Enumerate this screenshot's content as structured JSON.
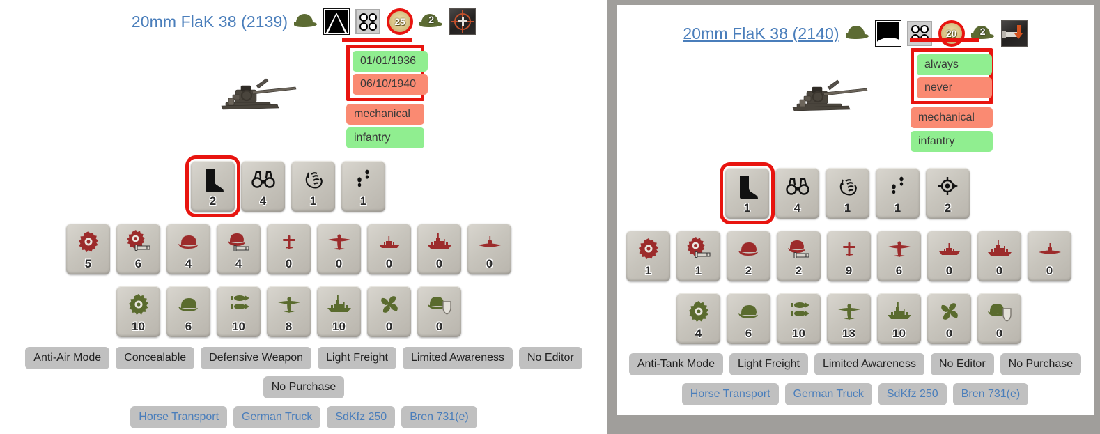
{
  "left": {
    "title": "20mm FlaK 38 (2139)",
    "title_hovered": false,
    "header_icons": {
      "helmet_badge": "2",
      "crew_helmet": "helmet-icon",
      "target_shape": "soft-target-icon",
      "size_icon": "four-circle-size-icon",
      "cost_badge": "25",
      "mode_icon": "anti-air-targeting-icon"
    },
    "availability": {
      "highlighted": [
        "01/01/1936",
        "06/10/1940"
      ],
      "rows": [
        {
          "label": "01/01/1936",
          "tone": "green",
          "boxed": true
        },
        {
          "label": "06/10/1940",
          "tone": "red",
          "boxed": true
        },
        {
          "label": "mechanical",
          "tone": "red",
          "boxed": false
        },
        {
          "label": "infantry",
          "tone": "green",
          "boxed": false
        }
      ]
    },
    "row1": [
      {
        "icon": "boot-icon",
        "value": "2",
        "selected": true
      },
      {
        "icon": "binoculars-icon",
        "value": "4",
        "selected": false
      },
      {
        "icon": "fist-icon",
        "value": "1",
        "selected": false
      },
      {
        "icon": "footprints-icon",
        "value": "1",
        "selected": false
      }
    ],
    "row2": [
      {
        "icon": "gear-icon",
        "value": "5",
        "color": "red"
      },
      {
        "icon": "gear-sword-icon",
        "value": "6",
        "color": "red"
      },
      {
        "icon": "helmet-icon",
        "value": "4",
        "color": "red"
      },
      {
        "icon": "helmet-sword-icon",
        "value": "4",
        "color": "red"
      },
      {
        "icon": "small-plane-icon",
        "value": "0",
        "color": "red"
      },
      {
        "icon": "plane-icon",
        "value": "0",
        "color": "red"
      },
      {
        "icon": "small-ship-icon",
        "value": "0",
        "color": "red"
      },
      {
        "icon": "ship-icon",
        "value": "0",
        "color": "red"
      },
      {
        "icon": "submarine-icon",
        "value": "0",
        "color": "red"
      }
    ],
    "row3": [
      {
        "icon": "gear-icon",
        "value": "10",
        "color": "green"
      },
      {
        "icon": "helmet-icon",
        "value": "6",
        "color": "green"
      },
      {
        "icon": "bombs-icon",
        "value": "10",
        "color": "green"
      },
      {
        "icon": "plane-icon",
        "value": "8",
        "color": "green"
      },
      {
        "icon": "ship-icon",
        "value": "10",
        "color": "green"
      },
      {
        "icon": "propeller-icon",
        "value": "0",
        "color": "green"
      },
      {
        "icon": "helmet-shield-icon",
        "value": "0",
        "color": "green"
      }
    ],
    "tags_row1": [
      "Anti-Air Mode",
      "Concealable",
      "Defensive Weapon",
      "Light Freight",
      "Limited Awareness",
      "No Editor"
    ],
    "tags_row2": [
      "No Purchase"
    ],
    "transports": [
      "Horse Transport",
      "German Truck",
      "SdKfz 250",
      "Bren 731(e)"
    ]
  },
  "right": {
    "title": "20mm FlaK 38 (2140)",
    "title_hovered": true,
    "header_icons": {
      "helmet_badge": "2",
      "crew_helmet": "helmet-icon",
      "target_shape": "hard-target-icon",
      "size_icon": "four-circle-size-icon",
      "cost_badge": "20",
      "mode_icon": "anti-tank-penetration-icon"
    },
    "availability": {
      "highlighted": [
        "always",
        "never"
      ],
      "rows": [
        {
          "label": "always",
          "tone": "green",
          "boxed": true
        },
        {
          "label": "never",
          "tone": "red",
          "boxed": true
        },
        {
          "label": "mechanical",
          "tone": "red",
          "boxed": false
        },
        {
          "label": "infantry",
          "tone": "green",
          "boxed": false
        }
      ]
    },
    "row1": [
      {
        "icon": "boot-icon",
        "value": "1",
        "selected": true
      },
      {
        "icon": "binoculars-icon",
        "value": "4",
        "selected": false
      },
      {
        "icon": "fist-icon",
        "value": "1",
        "selected": false
      },
      {
        "icon": "footprints-icon",
        "value": "1",
        "selected": false
      },
      {
        "icon": "crosshair-icon",
        "value": "2",
        "selected": false
      }
    ],
    "row2": [
      {
        "icon": "gear-icon",
        "value": "1",
        "color": "red"
      },
      {
        "icon": "gear-sword-icon",
        "value": "1",
        "color": "red"
      },
      {
        "icon": "helmet-icon",
        "value": "2",
        "color": "red"
      },
      {
        "icon": "helmet-sword-icon",
        "value": "2",
        "color": "red"
      },
      {
        "icon": "small-plane-icon",
        "value": "9",
        "color": "red"
      },
      {
        "icon": "plane-icon",
        "value": "6",
        "color": "red"
      },
      {
        "icon": "small-ship-icon",
        "value": "0",
        "color": "red"
      },
      {
        "icon": "ship-icon",
        "value": "0",
        "color": "red"
      },
      {
        "icon": "submarine-icon",
        "value": "0",
        "color": "red"
      }
    ],
    "row3": [
      {
        "icon": "gear-icon",
        "value": "4",
        "color": "green"
      },
      {
        "icon": "helmet-icon",
        "value": "6",
        "color": "green"
      },
      {
        "icon": "bombs-icon",
        "value": "10",
        "color": "green"
      },
      {
        "icon": "plane-icon",
        "value": "13",
        "color": "green"
      },
      {
        "icon": "ship-icon",
        "value": "10",
        "color": "green"
      },
      {
        "icon": "propeller-icon",
        "value": "0",
        "color": "green"
      },
      {
        "icon": "helmet-shield-icon",
        "value": "0",
        "color": "green"
      }
    ],
    "tags_row1": [
      "Anti-Tank Mode",
      "Light Freight",
      "Limited Awareness",
      "No Editor",
      "No Purchase"
    ],
    "tags_row2": [],
    "transports": [
      "Horse Transport",
      "German Truck",
      "SdKfz 250",
      "Bren 731(e)"
    ]
  },
  "colors": {
    "link": "#4a7ebb",
    "highlight_border": "#e8140f",
    "available_green": "#90ee90",
    "unavailable_red": "#fa8a72",
    "chip_gray": "#c0c0c0",
    "panel_frame": "#a09e9b"
  }
}
